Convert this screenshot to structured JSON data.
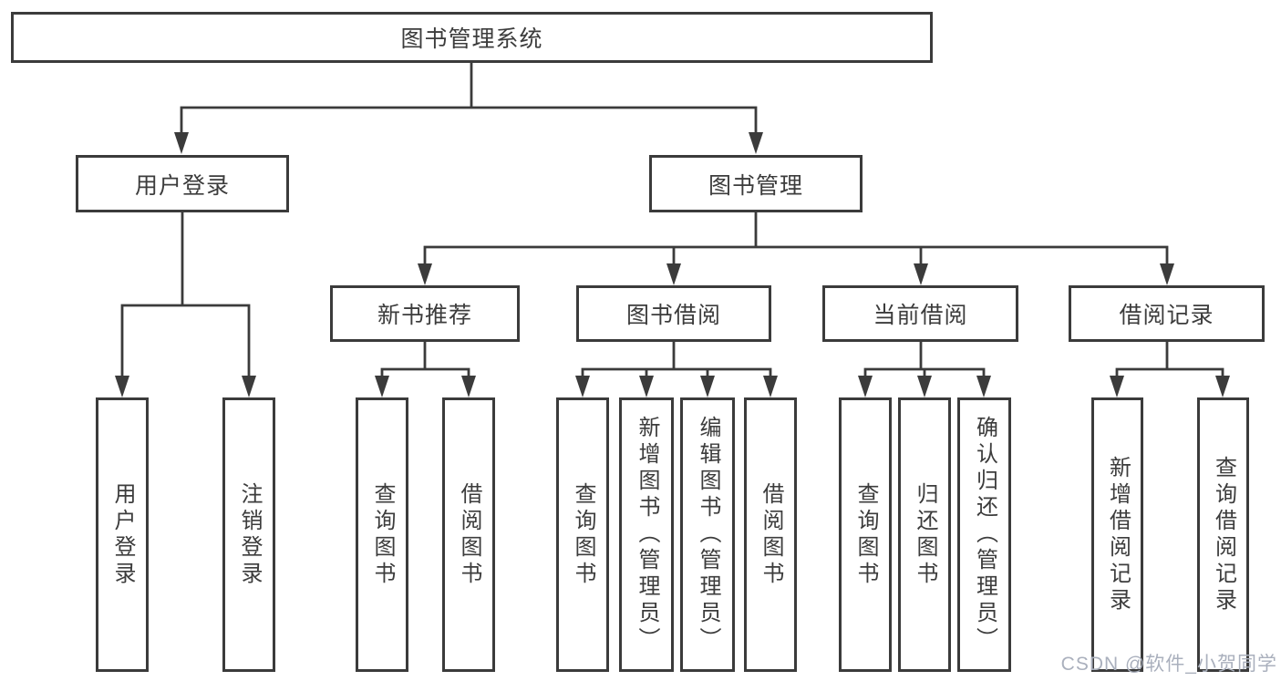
{
  "tree": {
    "label": "图书管理系统",
    "children": [
      {
        "label": "用户登录",
        "children": [
          {
            "label": "用户登录"
          },
          {
            "label": "注销登录"
          }
        ]
      },
      {
        "label": "图书管理",
        "children": [
          {
            "label": "新书推荐",
            "children": [
              {
                "label": "查询图书"
              },
              {
                "label": "借阅图书"
              }
            ]
          },
          {
            "label": "图书借阅",
            "children": [
              {
                "label": "查询图书"
              },
              {
                "label": "新增图书（管理员）"
              },
              {
                "label": "编辑图书（管理员）"
              },
              {
                "label": "借阅图书"
              }
            ]
          },
          {
            "label": "当前借阅",
            "children": [
              {
                "label": "查询图书"
              },
              {
                "label": "归还图书"
              },
              {
                "label": "确认归还（管理员）"
              }
            ]
          },
          {
            "label": "借阅记录",
            "children": [
              {
                "label": "新增借阅记录"
              },
              {
                "label": "查询借阅记录"
              }
            ]
          }
        ]
      }
    ]
  },
  "watermark": {
    "text": "CSDN @软件_小贺同学"
  },
  "colors": {
    "background": "#ffffff",
    "box_border": "#3b3b3b",
    "line": "#3b3b3b",
    "text": "#3c3c3c",
    "watermark": "#aab0bd"
  }
}
